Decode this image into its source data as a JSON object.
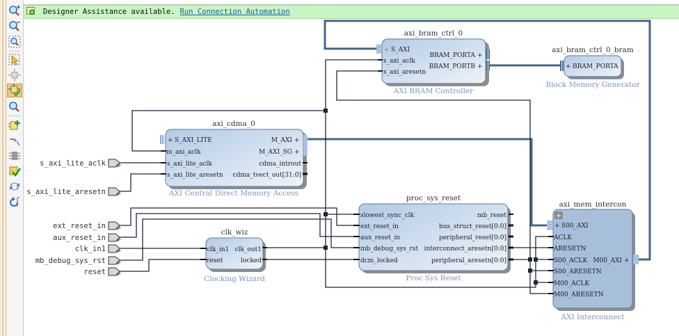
{
  "banner": {
    "message": "Designer Assistance available.",
    "link": "Run Connection Automation"
  },
  "toolbar": {
    "items": [
      {
        "name": "zoom-in",
        "icon": "zoom-in-icon"
      },
      {
        "name": "zoom-out",
        "icon": "zoom-out-icon"
      },
      {
        "name": "zoom-fit",
        "icon": "zoom-fit-icon"
      },
      {
        "name": "select-area",
        "icon": "select-area-icon"
      },
      {
        "name": "fit-selection",
        "icon": "fit-selection-icon"
      },
      {
        "name": "auto-connect",
        "icon": "auto-connect-icon",
        "active": true
      },
      {
        "name": "search",
        "icon": "search-icon"
      },
      {
        "name": "add-ip",
        "icon": "add-ip-icon"
      },
      {
        "name": "make-connection",
        "icon": "make-connection-icon"
      },
      {
        "name": "create-port",
        "icon": "create-port-icon"
      },
      {
        "name": "validate-design",
        "icon": "validate-icon"
      },
      {
        "name": "regenerate-layout",
        "icon": "regenerate-icon"
      },
      {
        "name": "refresh",
        "icon": "refresh-icon"
      }
    ]
  },
  "colors": {
    "banner_bg": "#c8f5c2",
    "link": "#1a5fa8",
    "bus": "#44668e",
    "block_fill": "#c9daee",
    "interconnect_fill": "#a7bfdb",
    "subtitle": "#7a96b8"
  },
  "external_ports": [
    "s_axi_lite_aclk",
    "s_axi_lite_aresetn",
    "ext_reset_in",
    "aux_reset_in",
    "clk_in1",
    "mb_debug_sys_rst",
    "reset"
  ],
  "blocks": {
    "axi_bram_ctrl_0": {
      "instance": "axi_bram_ctrl_0",
      "type": "AXI BRAM Controller",
      "inputs": [
        "S_AXI",
        "s_axi_aclk",
        "s_axi_aresetn"
      ],
      "outputs": [
        "BRAM_PORTA",
        "BRAM_PORTB"
      ]
    },
    "axi_bram_ctrl_0_bram": {
      "instance": "axi_bram_ctrl_0_bram",
      "type": "Block Memory Generator",
      "inputs": [
        "BRAM_PORTA"
      ]
    },
    "axi_cdma_0": {
      "instance": "axi_cdma_0",
      "type": "AXI Central Direct Memory Access",
      "inputs": [
        "S_AXI_LITE",
        "m_axi_aclk",
        "s_axi_lite_aclk",
        "s_axi_lite_aresetn"
      ],
      "outputs": [
        "M_AXI",
        "M_AXI_SG",
        "cdma_introut",
        "cdma_tvect_out[31:0]"
      ]
    },
    "clk_wiz": {
      "instance": "clk_wiz",
      "type": "Clocking Wizard",
      "inputs": [
        "clk_in1",
        "reset"
      ],
      "outputs": [
        "clk_out1",
        "locked"
      ]
    },
    "proc_sys_reset": {
      "instance": "proc_sys_reset",
      "type": "Proc Sys Reset",
      "inputs": [
        "slowest_sync_clk",
        "ext_reset_in",
        "aux_reset_in",
        "mb_debug_sys_rst",
        "dcm_locked"
      ],
      "outputs": [
        "mb_reset",
        "bus_struct_reset[0:0]",
        "peripheral_reset[0:0]",
        "interconnect_aresetn[0:0]",
        "peripheral_aresetn[0:0]"
      ]
    },
    "axi_mem_intercon": {
      "instance": "axi_mem_intercon",
      "type": "AXI Interconnect",
      "inputs": [
        "S00_AXI",
        "ACLK",
        "ARESETN",
        "S00_ACLK",
        "S00_ARESETN",
        "M00_ACLK",
        "M00_ARESETN"
      ],
      "outputs": [
        "M00_AXI"
      ]
    }
  }
}
